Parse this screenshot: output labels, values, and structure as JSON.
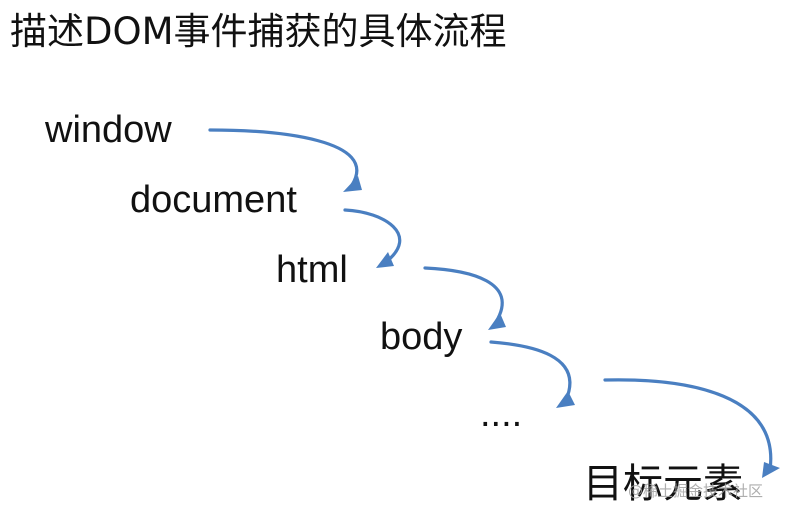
{
  "title": "描述DOM事件捕获的具体流程",
  "nodes": [
    "window",
    "document",
    "html",
    "body",
    "....",
    "目标元素"
  ],
  "watermark": "@稀土掘金技术社区",
  "colors": {
    "arrow": "#4a7fc1",
    "text": "#111111",
    "background": "#ffffff"
  }
}
